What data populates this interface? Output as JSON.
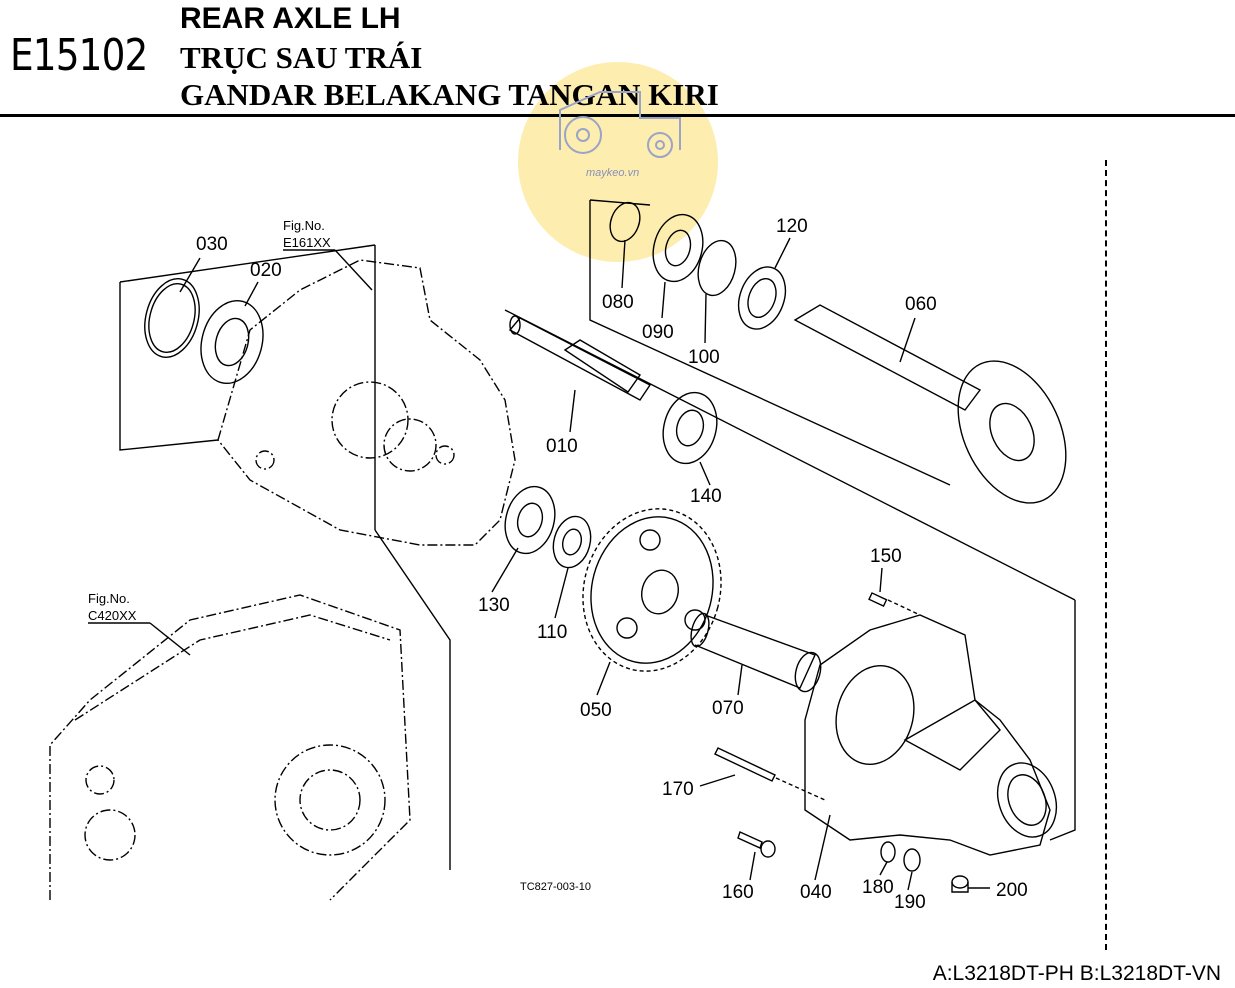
{
  "header": {
    "code": "E15102",
    "title_en": "REAR AXLE LH",
    "title_vi": "TRỤC SAU TRÁI",
    "title_id": "GANDAR BELAKANG TANGAN KIRI"
  },
  "watermark": {
    "text": "maykeo.vn",
    "color": "#fcd86e"
  },
  "figure_refs": [
    {
      "label": "Fig.No.",
      "number": "E161XX"
    },
    {
      "label": "Fig.No.",
      "number": "C420XX"
    }
  ],
  "parts": [
    "010",
    "020",
    "030",
    "040",
    "050",
    "060",
    "070",
    "080",
    "090",
    "100",
    "110",
    "120",
    "130",
    "140",
    "150",
    "160",
    "170",
    "180",
    "190",
    "200"
  ],
  "drawing_ref": "TC827-003-10",
  "footer": {
    "models": "A:L3218DT-PH B:L3218DT-VN"
  }
}
